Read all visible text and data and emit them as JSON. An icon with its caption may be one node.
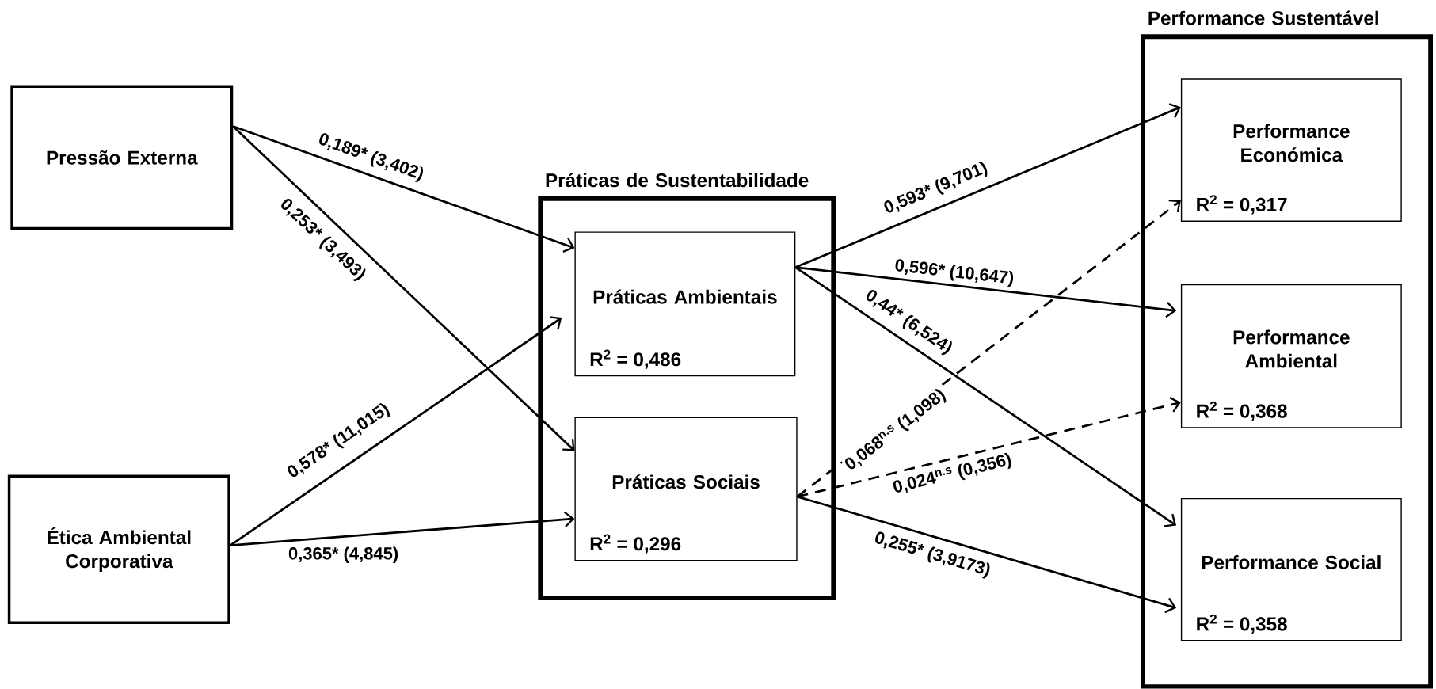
{
  "diagram": {
    "nodes": [
      {
        "text": [
          "Pressão Externa"
        ]
      },
      {
        "text": [
          "Ética Ambiental Corporativa"
        ]
      },
      {
        "text": [
          "Práticas de Sustentabilidade"
        ]
      },
      {
        "text": [
          "Práticas Ambientais",
          "R$^{2}$ = 0,486"
        ],
        "in": 2
      },
      {
        "text": [
          "Práticas Sociais",
          "R$^{2}$ = 0,296"
        ],
        "in": 2
      },
      {
        "text": [
          "Performance Sustentável"
        ]
      },
      {
        "text": [
          "Performance Económica",
          "R$^{2}$ = 0,317"
        ],
        "in": 5
      },
      {
        "text": [
          "Performance Ambiental",
          "R$^{2}$ = 0,368"
        ],
        "in": 5
      },
      {
        "text": [
          "Performance Social",
          "R$^{2}$ = 0,358"
        ],
        "in": 5
      }
    ],
    "edges": [
      {
        "from": 0,
        "to": 3,
        "arrow": "to",
        "label": "0,189* (3,402)"
      },
      {
        "from": 0,
        "to": 4,
        "arrow": "to",
        "label": "0,253* (3,493)"
      },
      {
        "from": 1,
        "to": 3,
        "arrow": "to",
        "label": "0,578* (11,015)"
      },
      {
        "from": 1,
        "to": 4,
        "arrow": "to",
        "label": "0,365* (4,845)"
      },
      {
        "from": 3,
        "to": 6,
        "arrow": "to",
        "label": "0,593* (9,701)"
      },
      {
        "from": 3,
        "to": 7,
        "arrow": "to",
        "label": "0,596* (10,647)"
      },
      {
        "from": 3,
        "to": 8,
        "arrow": "to",
        "label": "0,44* (6,524)"
      },
      {
        "from": 4,
        "to": 6,
        "arrow": "to",
        "label": "0,068$^{n.s}$ (1,098)",
        "style": "dashed"
      },
      {
        "from": 4,
        "to": 7,
        "arrow": "to",
        "label": "0,024$^{n.s}$ (0,356)",
        "style": "dashed"
      },
      {
        "from": 4,
        "to": 8,
        "arrow": "to",
        "label": "0,255* (3,9173)"
      }
    ]
  }
}
